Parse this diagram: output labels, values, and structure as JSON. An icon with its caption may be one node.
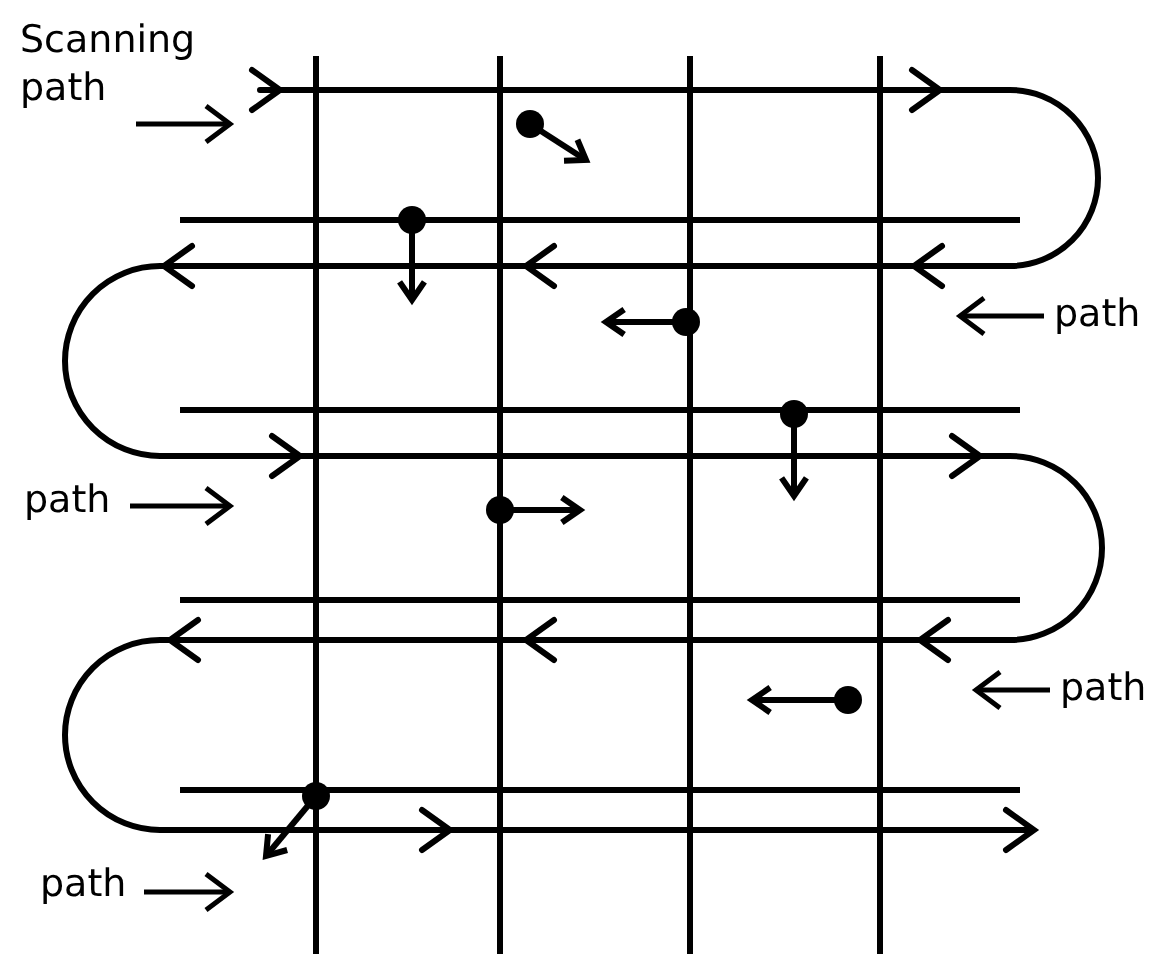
{
  "diagram": {
    "labels": [
      "Scanning path",
      "path",
      "path",
      "path",
      "path"
    ]
  }
}
